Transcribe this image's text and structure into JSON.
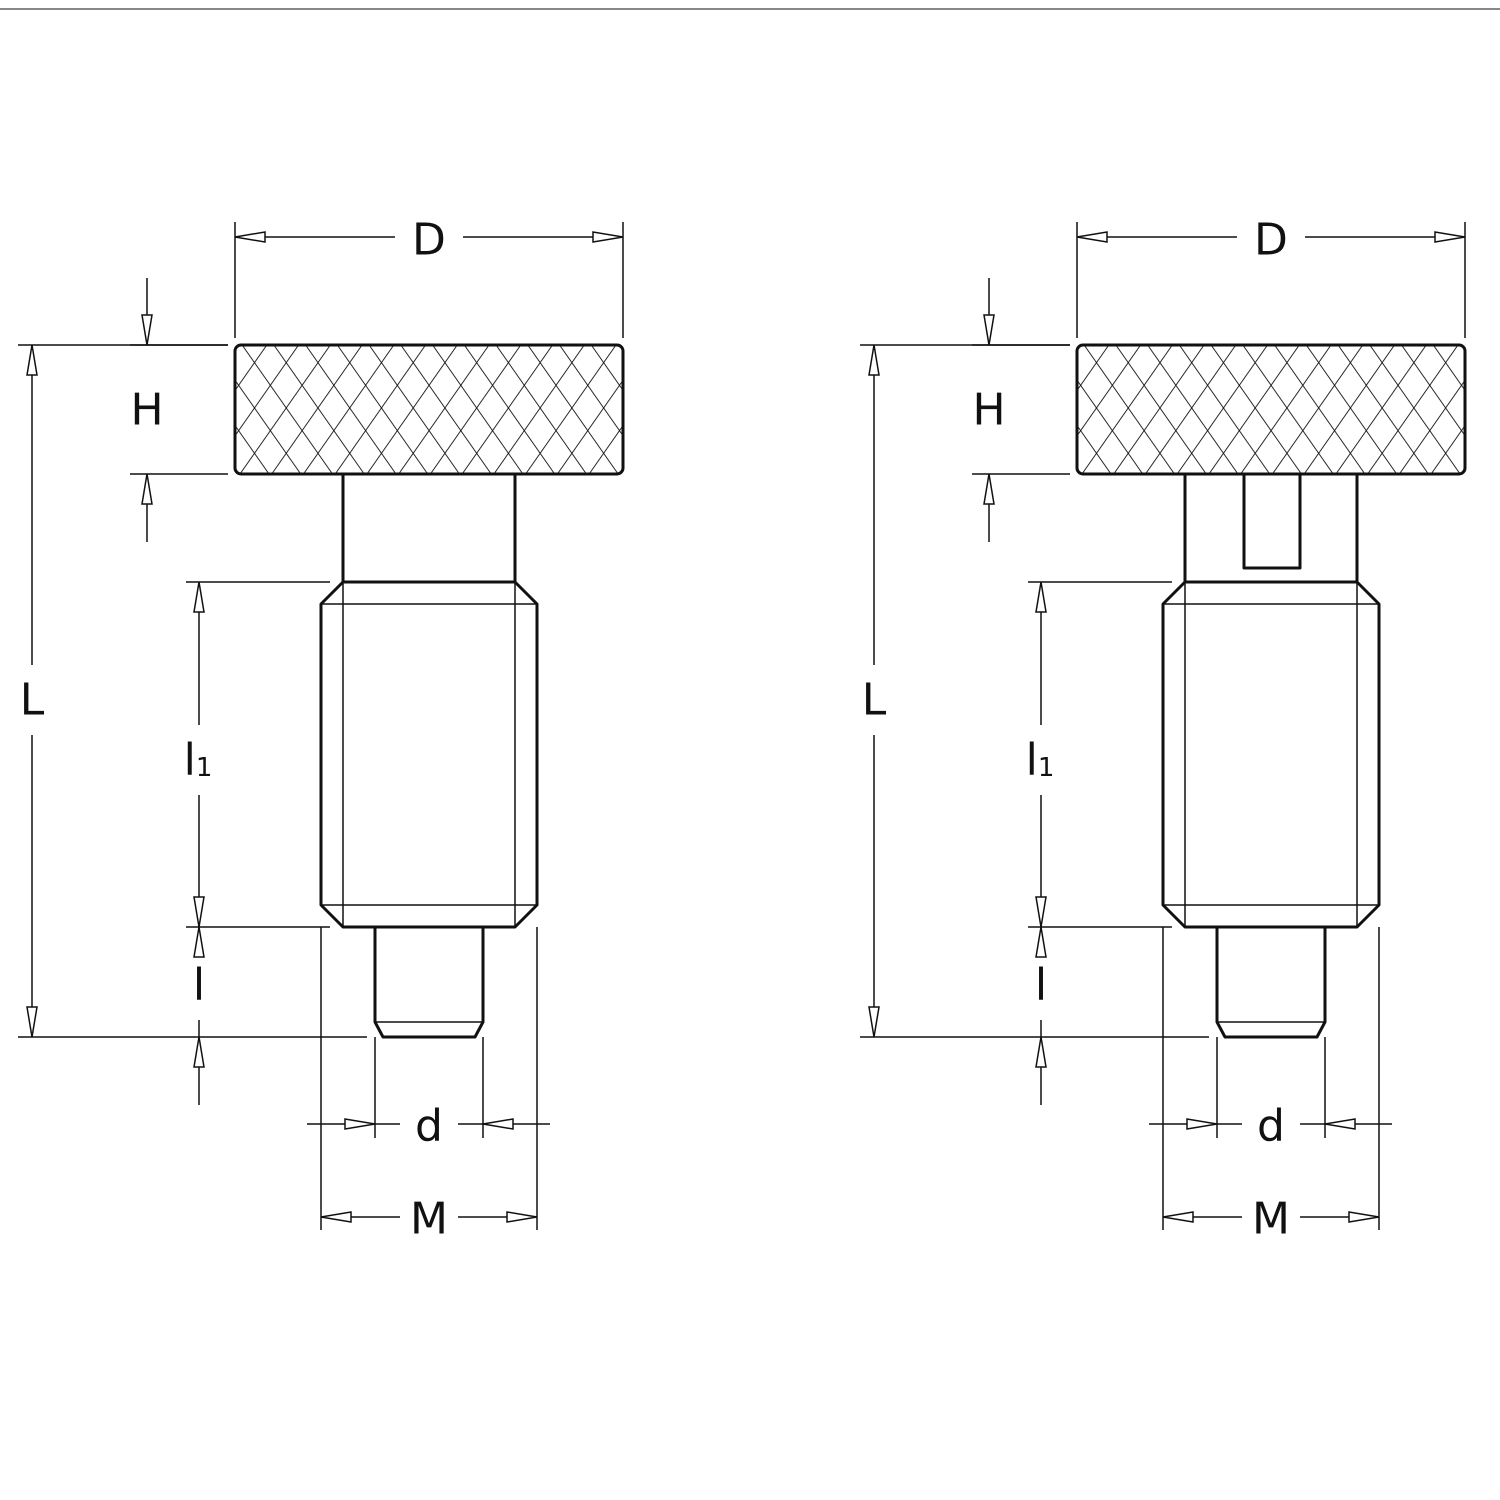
{
  "views": [
    {
      "id": "plain",
      "slot": false
    },
    {
      "id": "slotted",
      "slot": true
    }
  ],
  "labels": {
    "D": "D",
    "H": "H",
    "L": "L",
    "l1": "l",
    "l1_sub": "1",
    "l": "l",
    "d": "d",
    "M": "M"
  },
  "colors": {
    "line": "#111111",
    "background": "#ffffff"
  }
}
